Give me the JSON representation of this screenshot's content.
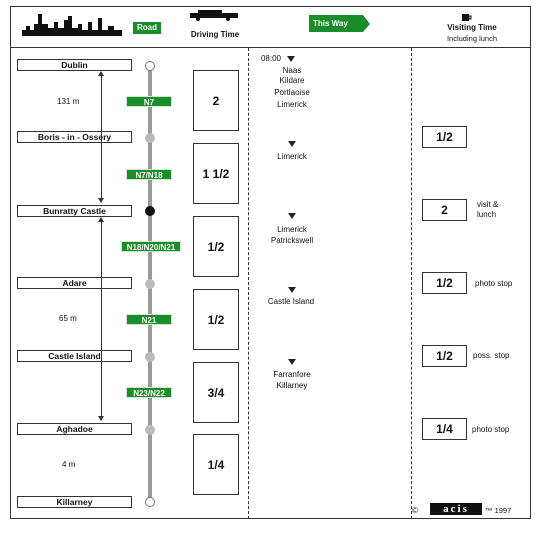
{
  "header": {
    "road_label": "Road",
    "driving_time_label": "Driving Time",
    "this_way_label": "This Way",
    "visiting_time_label": "Visiting Time",
    "visiting_time_sub": "Including lunch"
  },
  "places": [
    "Dublin",
    "Boris - in - Ossery",
    "Bunratty Castle",
    "Adare",
    "Castle Island",
    "Aghadoe",
    "Killarney"
  ],
  "distances": [
    "131 m",
    "65 m",
    "4 m"
  ],
  "routes": [
    "N7",
    "N7/N18",
    "N18/N20/N21",
    "N21",
    "N23/N22"
  ],
  "driving_times": [
    "2",
    "1 1/2",
    "1/2",
    "1/2",
    "3/4",
    "1/4"
  ],
  "waypoints": {
    "start_time": "08:00",
    "seg1": [
      "Naas",
      "Kildare",
      "Portlaoise",
      "Limerick"
    ],
    "seg2": [
      "Limerick"
    ],
    "seg3": [
      "Limerick",
      "Patrickswell"
    ],
    "seg4": [
      "Castle Island"
    ],
    "seg5": [
      "Farranfore",
      "Killarney"
    ]
  },
  "visits": [
    {
      "time": "1/2",
      "note": ""
    },
    {
      "time": "2",
      "note": "visit &\nlunch"
    },
    {
      "time": "1/2",
      "note": "photo stop"
    },
    {
      "time": "1/2",
      "note": "poss. stop"
    },
    {
      "time": "1/4",
      "note": "photo stop"
    }
  ],
  "footer": {
    "copyright": "©",
    "brand": "acis",
    "year": "™ 1997"
  }
}
